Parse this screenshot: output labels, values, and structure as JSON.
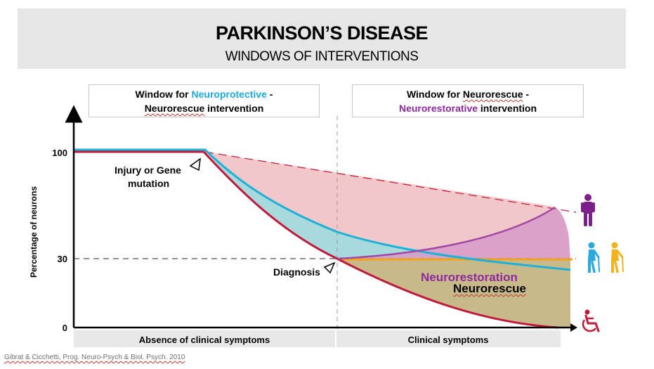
{
  "title": {
    "main": "PARKINSON’S DISEASE",
    "sub": "WINDOWS OF INTERVENTIONS"
  },
  "windows": {
    "left": {
      "prefix": "Window for ",
      "highlight": "Neuroprotective",
      "suffix": " -",
      "line2": "Neurorescue",
      "line2_suffix": " intervention",
      "highlight_color": "#1ea9d8"
    },
    "right": {
      "prefix": "Window for ",
      "highlight": "Neurorescue",
      "suffix": " -",
      "line2": "Neurorestorative",
      "line2_suffix": " intervention",
      "highlight_color": "#8e2a9e"
    }
  },
  "axis": {
    "ylabel": "Percentage of neurons",
    "ticks": [
      "100",
      "30",
      "0"
    ]
  },
  "phases": {
    "left": "Absence of clinical symptoms",
    "right": "Clinical symptoms"
  },
  "annotations": {
    "injury_line1": "Injury or Gene",
    "injury_line2": "mutation",
    "diagnosis": "Diagnosis",
    "neurorestoration": "Neurorestoration",
    "neurorescue": "Neurorescue"
  },
  "citation": "Gibrat & Cicchetti, Prog. Neuro-Psych & Biol. Psych. 2010",
  "colors": {
    "natural_decline": "#c0193a",
    "protected_curve": "#1eb0d6",
    "restoration_curve": "#a04aa6",
    "rescue_line": "#f2a31b",
    "pink_fill": "#f2c7c9",
    "teal_fill": "#a8dadd",
    "olive_fill": "#c8b98a",
    "purple_fill": "#d79ac8",
    "person_purple": "#7b1f8a",
    "person_blue": "#2aa8e0",
    "person_yellow": "#f2b21a",
    "person_red": "#c0193a"
  },
  "icons": [
    "person-standing-icon",
    "person-cane-icon",
    "person-cane-icon",
    "wheelchair-icon"
  ]
}
